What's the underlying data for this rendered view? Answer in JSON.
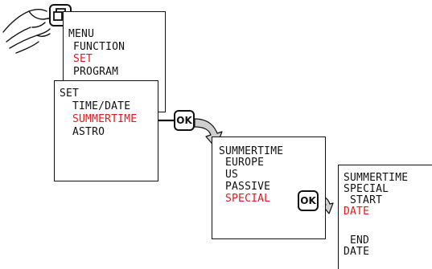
{
  "colors": {
    "highlight": "#e3171d",
    "line": "#111111"
  },
  "menu_screen": {
    "items": [
      {
        "label": "MENU",
        "highlight": false
      },
      {
        "label": "FUNCTION",
        "highlight": false
      },
      {
        "label": "SET",
        "highlight": true
      },
      {
        "label": "PROGRAM",
        "highlight": false
      }
    ]
  },
  "set_screen": {
    "items": [
      {
        "label": "SET",
        "highlight": false
      },
      {
        "label": "TIME/DATE",
        "highlight": false
      },
      {
        "label": "SUMMERTIME",
        "highlight": true
      },
      {
        "label": "ASTRO",
        "highlight": false
      }
    ]
  },
  "summertime_screen": {
    "items": [
      {
        "label": "SUMMERTIME",
        "highlight": false
      },
      {
        "label": "EUROPE",
        "highlight": false
      },
      {
        "label": "US",
        "highlight": false
      },
      {
        "label": "PASSIVE",
        "highlight": false
      },
      {
        "label": "SPECIAL",
        "highlight": true
      }
    ]
  },
  "special_screen": {
    "items": [
      {
        "label": "SUMMERTIME",
        "highlight": false
      },
      {
        "label": "SPECIAL",
        "highlight": false
      },
      {
        "label": "START",
        "highlight": false
      },
      {
        "label": "DATE",
        "highlight": true
      },
      {
        "label": "END",
        "highlight": false
      },
      {
        "label": "DATE",
        "highlight": false
      }
    ]
  },
  "buttons": {
    "ok_label": "OK",
    "menu_key_icon": "menu-key-icon"
  },
  "icons": {
    "hand": "hand-pressing-icon",
    "arrow": "curved-arrow-icon"
  }
}
